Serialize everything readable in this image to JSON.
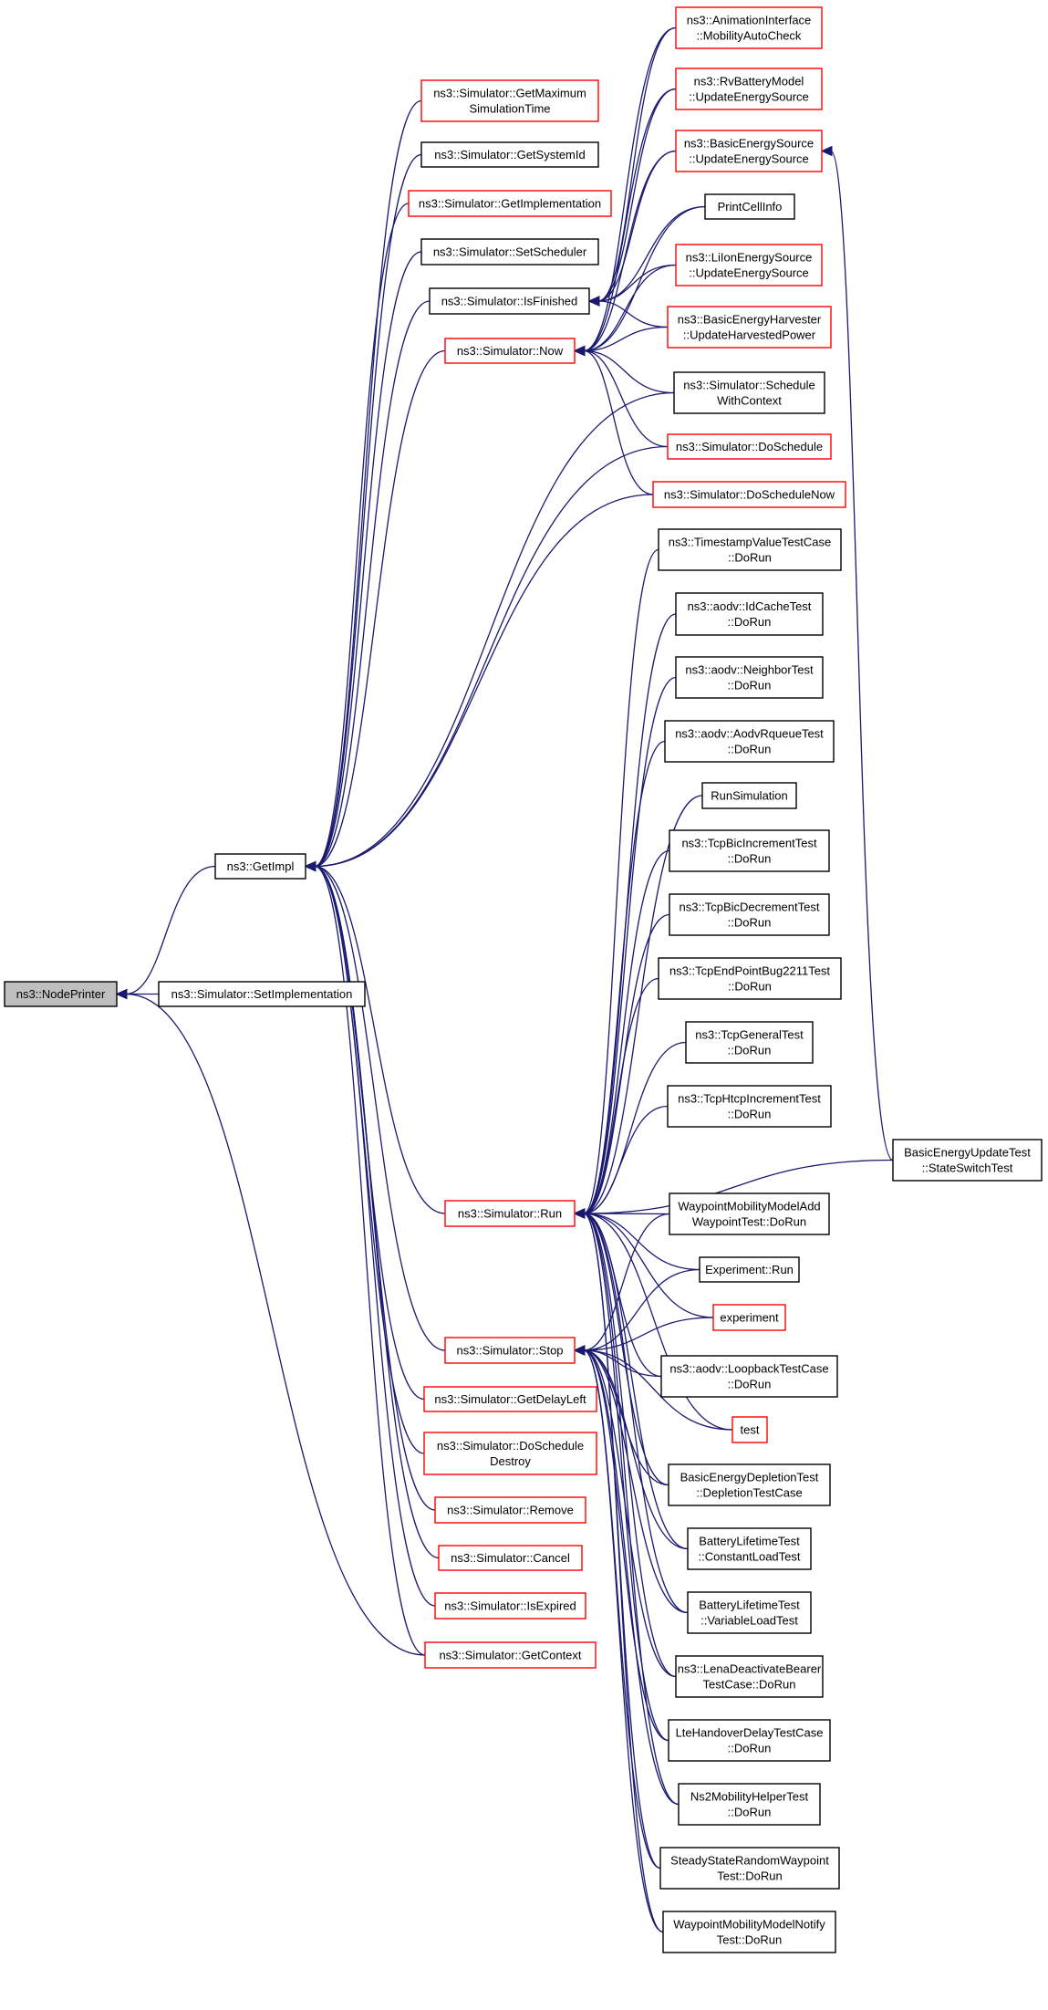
{
  "colors": {
    "edge": "#191970",
    "border_black": "#000000",
    "border_red": "#ff0000",
    "root_fill": "#bfbfbf"
  },
  "nodes": {
    "NodePrinter": {
      "lines": [
        "ns3::NodePrinter"
      ],
      "border": "black",
      "root": true
    },
    "GetImpl": {
      "lines": [
        "ns3::GetImpl"
      ],
      "border": "black"
    },
    "SetImplementation": {
      "lines": [
        "ns3::Simulator::SetImplementation"
      ],
      "border": "black"
    },
    "GetMaximumSimulationTime": {
      "lines": [
        "ns3::Simulator::GetMaximum",
        "SimulationTime"
      ],
      "border": "red"
    },
    "GetSystemId": {
      "lines": [
        "ns3::Simulator::GetSystemId"
      ],
      "border": "black"
    },
    "GetImplementation": {
      "lines": [
        "ns3::Simulator::GetImplementation"
      ],
      "border": "red"
    },
    "SetScheduler": {
      "lines": [
        "ns3::Simulator::SetScheduler"
      ],
      "border": "black"
    },
    "IsFinished": {
      "lines": [
        "ns3::Simulator::IsFinished"
      ],
      "border": "black"
    },
    "Now": {
      "lines": [
        "ns3::Simulator::Now"
      ],
      "border": "red"
    },
    "Run": {
      "lines": [
        "ns3::Simulator::Run"
      ],
      "border": "red"
    },
    "Stop": {
      "lines": [
        "ns3::Simulator::Stop"
      ],
      "border": "red"
    },
    "GetDelayLeft": {
      "lines": [
        "ns3::Simulator::GetDelayLeft"
      ],
      "border": "red"
    },
    "DoScheduleDestroy": {
      "lines": [
        "ns3::Simulator::DoSchedule",
        "Destroy"
      ],
      "border": "red"
    },
    "Remove": {
      "lines": [
        "ns3::Simulator::Remove"
      ],
      "border": "red"
    },
    "Cancel": {
      "lines": [
        "ns3::Simulator::Cancel"
      ],
      "border": "red"
    },
    "IsExpired": {
      "lines": [
        "ns3::Simulator::IsExpired"
      ],
      "border": "red"
    },
    "GetContext": {
      "lines": [
        "ns3::Simulator::GetContext"
      ],
      "border": "red"
    },
    "AnimMobility": {
      "lines": [
        "ns3::AnimationInterface",
        "::MobilityAutoCheck"
      ],
      "border": "red"
    },
    "RvBattery": {
      "lines": [
        "ns3::RvBatteryModel",
        "::UpdateEnergySource"
      ],
      "border": "red"
    },
    "BasicEnergySource": {
      "lines": [
        "ns3::BasicEnergySource",
        "::UpdateEnergySource"
      ],
      "border": "red"
    },
    "PrintCellInfo": {
      "lines": [
        "PrintCellInfo"
      ],
      "border": "black"
    },
    "LiIon": {
      "lines": [
        "ns3::LiIonEnergySource",
        "::UpdateEnergySource"
      ],
      "border": "red"
    },
    "Harvester": {
      "lines": [
        "ns3::BasicEnergyHarvester",
        "::UpdateHarvestedPower"
      ],
      "border": "red"
    },
    "ScheduleWithContext": {
      "lines": [
        "ns3::Simulator::Schedule",
        "WithContext"
      ],
      "border": "black"
    },
    "DoSchedule": {
      "lines": [
        "ns3::Simulator::DoSchedule"
      ],
      "border": "red"
    },
    "DoScheduleNow": {
      "lines": [
        "ns3::Simulator::DoScheduleNow"
      ],
      "border": "red"
    },
    "Timestamp": {
      "lines": [
        "ns3::TimestampValueTestCase",
        "::DoRun"
      ],
      "border": "black"
    },
    "IdCache": {
      "lines": [
        "ns3::aodv::IdCacheTest",
        "::DoRun"
      ],
      "border": "black"
    },
    "Neighbor": {
      "lines": [
        "ns3::aodv::NeighborTest",
        "::DoRun"
      ],
      "border": "black"
    },
    "Rqueue": {
      "lines": [
        "ns3::aodv::AodvRqueueTest",
        "::DoRun"
      ],
      "border": "black"
    },
    "RunSimulation": {
      "lines": [
        "RunSimulation"
      ],
      "border": "black"
    },
    "BicInc": {
      "lines": [
        "ns3::TcpBicIncrementTest",
        "::DoRun"
      ],
      "border": "black"
    },
    "BicDec": {
      "lines": [
        "ns3::TcpBicDecrementTest",
        "::DoRun"
      ],
      "border": "black"
    },
    "EndPoint": {
      "lines": [
        "ns3::TcpEndPointBug2211Test",
        "::DoRun"
      ],
      "border": "black"
    },
    "TcpGeneral": {
      "lines": [
        "ns3::TcpGeneralTest",
        "::DoRun"
      ],
      "border": "black"
    },
    "Htcp": {
      "lines": [
        "ns3::TcpHtcpIncrementTest",
        "::DoRun"
      ],
      "border": "black"
    },
    "StateSwitch": {
      "lines": [
        "BasicEnergyUpdateTest",
        "::StateSwitchTest"
      ],
      "border": "black"
    },
    "WaypointAdd": {
      "lines": [
        "WaypointMobilityModelAdd",
        "WaypointTest::DoRun"
      ],
      "border": "black"
    },
    "ExperimentRun": {
      "lines": [
        "Experiment::Run"
      ],
      "border": "black"
    },
    "experiment": {
      "lines": [
        "experiment"
      ],
      "border": "red"
    },
    "Loopback": {
      "lines": [
        "ns3::aodv::LoopbackTestCase",
        "::DoRun"
      ],
      "border": "black"
    },
    "test": {
      "lines": [
        "test"
      ],
      "border": "red"
    },
    "Depletion": {
      "lines": [
        "BasicEnergyDepletionTest",
        "::DepletionTestCase"
      ],
      "border": "black"
    },
    "ConstLoad": {
      "lines": [
        "BatteryLifetimeTest",
        "::ConstantLoadTest"
      ],
      "border": "black"
    },
    "VarLoad": {
      "lines": [
        "BatteryLifetimeTest",
        "::VariableLoadTest"
      ],
      "border": "black"
    },
    "LenaDeact": {
      "lines": [
        "ns3::LenaDeactivateBearer",
        "TestCase::DoRun"
      ],
      "border": "black"
    },
    "LteHandover": {
      "lines": [
        "LteHandoverDelayTestCase",
        "::DoRun"
      ],
      "border": "black"
    },
    "Ns2Mobility": {
      "lines": [
        "Ns2MobilityHelperTest",
        "::DoRun"
      ],
      "border": "black"
    },
    "SteadyState": {
      "lines": [
        "SteadyStateRandomWaypoint",
        "Test::DoRun"
      ],
      "border": "black"
    },
    "WaypointNotify": {
      "lines": [
        "WaypointMobilityModelNotify",
        "Test::DoRun"
      ],
      "border": "black"
    }
  },
  "edges": [
    [
      "GetImpl",
      "NodePrinter"
    ],
    [
      "SetImplementation",
      "NodePrinter"
    ],
    [
      "GetContext",
      "NodePrinter"
    ],
    [
      "GetMaximumSimulationTime",
      "GetImpl"
    ],
    [
      "GetSystemId",
      "GetImpl"
    ],
    [
      "GetImplementation",
      "GetImpl"
    ],
    [
      "SetScheduler",
      "GetImpl"
    ],
    [
      "IsFinished",
      "GetImpl"
    ],
    [
      "Now",
      "GetImpl"
    ],
    [
      "ScheduleWithContext",
      "GetImpl"
    ],
    [
      "DoSchedule",
      "GetImpl"
    ],
    [
      "DoScheduleNow",
      "GetImpl"
    ],
    [
      "Run",
      "GetImpl"
    ],
    [
      "Stop",
      "GetImpl"
    ],
    [
      "GetDelayLeft",
      "GetImpl"
    ],
    [
      "DoScheduleDestroy",
      "GetImpl"
    ],
    [
      "Remove",
      "GetImpl"
    ],
    [
      "Cancel",
      "GetImpl"
    ],
    [
      "IsExpired",
      "GetImpl"
    ],
    [
      "GetContext",
      "GetImpl"
    ],
    [
      "AnimMobility",
      "IsFinished"
    ],
    [
      "RvBattery",
      "IsFinished"
    ],
    [
      "BasicEnergySource",
      "IsFinished"
    ],
    [
      "PrintCellInfo",
      "IsFinished"
    ],
    [
      "LiIon",
      "IsFinished"
    ],
    [
      "Harvester",
      "IsFinished"
    ],
    [
      "AnimMobility",
      "Now"
    ],
    [
      "RvBattery",
      "Now"
    ],
    [
      "BasicEnergySource",
      "Now"
    ],
    [
      "PrintCellInfo",
      "Now"
    ],
    [
      "LiIon",
      "Now"
    ],
    [
      "Harvester",
      "Now"
    ],
    [
      "ScheduleWithContext",
      "Now"
    ],
    [
      "DoSchedule",
      "Now"
    ],
    [
      "DoScheduleNow",
      "Now"
    ],
    [
      "StateSwitch",
      "BasicEnergySource"
    ],
    [
      "Timestamp",
      "Run"
    ],
    [
      "IdCache",
      "Run"
    ],
    [
      "Neighbor",
      "Run"
    ],
    [
      "Rqueue",
      "Run"
    ],
    [
      "RunSimulation",
      "Run"
    ],
    [
      "BicInc",
      "Run"
    ],
    [
      "BicDec",
      "Run"
    ],
    [
      "EndPoint",
      "Run"
    ],
    [
      "TcpGeneral",
      "Run"
    ],
    [
      "Htcp",
      "Run"
    ],
    [
      "StateSwitch",
      "Run"
    ],
    [
      "WaypointAdd",
      "Run"
    ],
    [
      "ExperimentRun",
      "Run"
    ],
    [
      "experiment",
      "Run"
    ],
    [
      "Loopback",
      "Run"
    ],
    [
      "test",
      "Run"
    ],
    [
      "Depletion",
      "Run"
    ],
    [
      "ConstLoad",
      "Run"
    ],
    [
      "VarLoad",
      "Run"
    ],
    [
      "LenaDeact",
      "Run"
    ],
    [
      "LteHandover",
      "Run"
    ],
    [
      "Ns2Mobility",
      "Run"
    ],
    [
      "SteadyState",
      "Run"
    ],
    [
      "WaypointNotify",
      "Run"
    ],
    [
      "WaypointAdd",
      "Stop"
    ],
    [
      "ExperimentRun",
      "Stop"
    ],
    [
      "experiment",
      "Stop"
    ],
    [
      "Loopback",
      "Stop"
    ],
    [
      "test",
      "Stop"
    ],
    [
      "Depletion",
      "Stop"
    ],
    [
      "ConstLoad",
      "Stop"
    ],
    [
      "VarLoad",
      "Stop"
    ],
    [
      "LenaDeact",
      "Stop"
    ],
    [
      "LteHandover",
      "Stop"
    ],
    [
      "Ns2Mobility",
      "Stop"
    ],
    [
      "SteadyState",
      "Stop"
    ],
    [
      "WaypointNotify",
      "Stop"
    ]
  ]
}
